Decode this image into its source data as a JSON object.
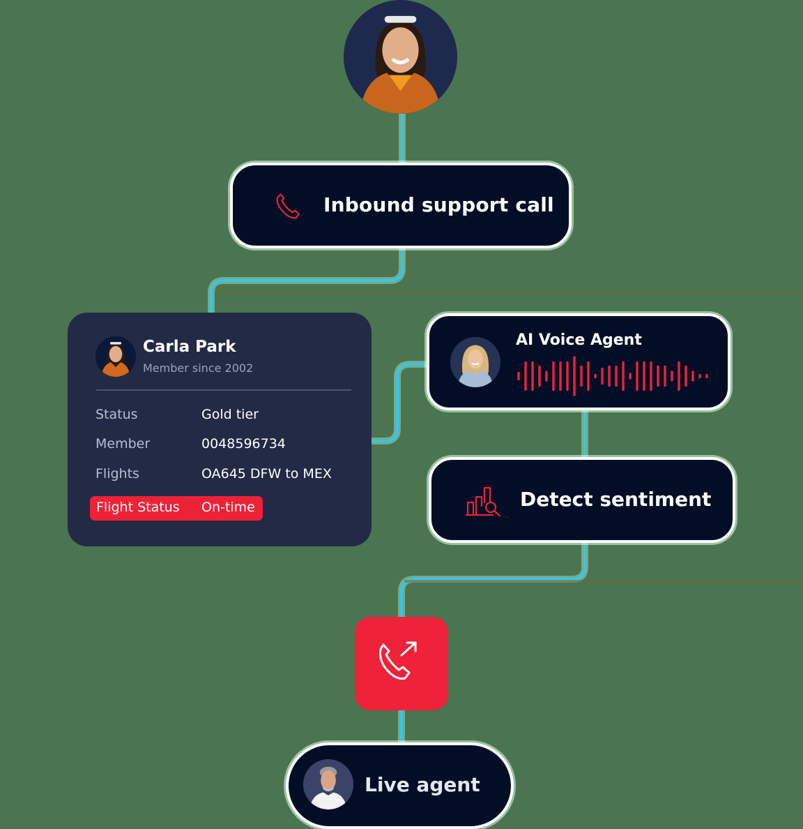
{
  "colors": {
    "background": "#4A7550",
    "node_bg": "#020E26",
    "card_bg": "#232A46",
    "accent_red": "#EE2237",
    "connector": "#2EC8F5",
    "node_border": "#FFFFFF"
  },
  "caller": {
    "avatar": "customer-avatar-woman"
  },
  "inbound": {
    "icon": "phone-icon",
    "label": "Inbound support call"
  },
  "customer_card": {
    "name": "Carla Park",
    "subtitle": "Member since 2002",
    "rows": [
      {
        "label": "Status",
        "value": "Gold tier"
      },
      {
        "label": "Member",
        "value": "0048596734"
      },
      {
        "label": "Flights",
        "value": "OA645 DFW to MEX"
      }
    ],
    "badge": {
      "label": "Flight Status",
      "value": "On-time"
    }
  },
  "ai_voice": {
    "label": "AI Voice Agent",
    "avatar": "ai-agent-avatar-woman",
    "waveform": [
      3,
      13,
      13,
      9,
      4,
      13,
      13,
      13,
      18,
      9,
      13,
      1,
      7,
      9,
      9,
      13,
      2,
      13,
      13,
      13,
      9,
      9,
      4,
      13,
      9,
      4,
      1,
      1
    ]
  },
  "detect": {
    "icon": "chart-search-icon",
    "label": "Detect sentiment"
  },
  "transfer": {
    "icon": "phone-forward-icon"
  },
  "live_agent": {
    "avatar": "live-agent-avatar-man",
    "label": "Live agent"
  }
}
